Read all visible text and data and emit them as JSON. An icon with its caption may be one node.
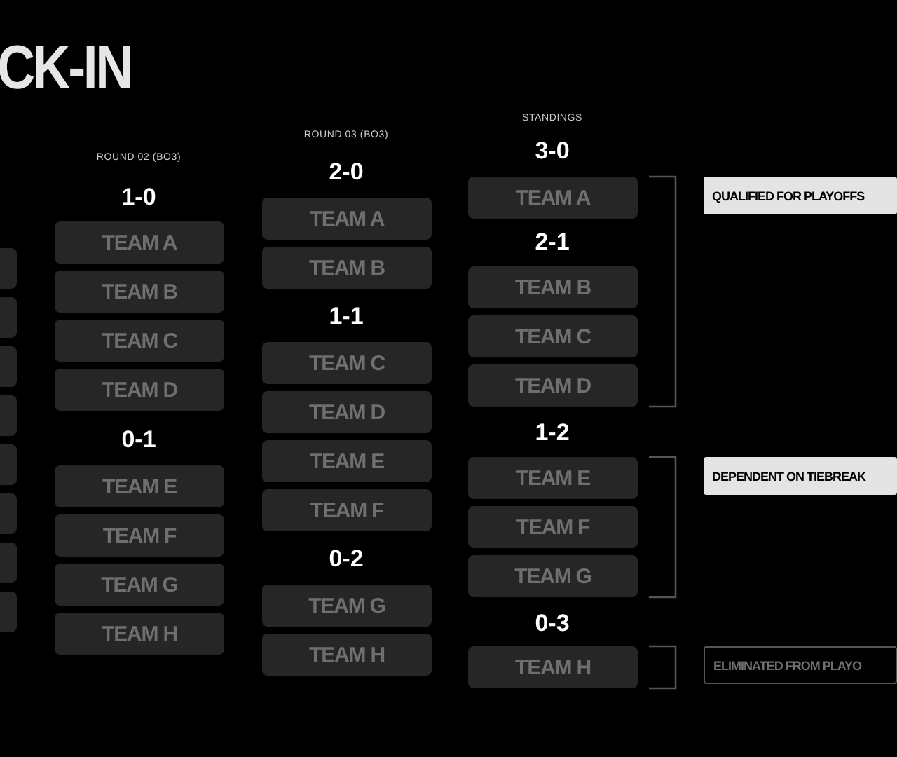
{
  "diagram": {
    "title": "CK-IN",
    "nodes": [
      {
        "text": [],
        "shape": "box"
      },
      {
        "text": [],
        "shape": "box"
      },
      {
        "text": [],
        "shape": "box"
      },
      {
        "text": [],
        "shape": "box"
      },
      {
        "text": [],
        "shape": "box"
      },
      {
        "text": [],
        "shape": "box"
      },
      {
        "text": [],
        "shape": "box"
      },
      {
        "text": [],
        "shape": "box"
      },
      {
        "text": [
          "TEAM A"
        ]
      },
      {
        "text": [
          "TEAM B"
        ]
      },
      {
        "text": [
          "TEAM C"
        ]
      },
      {
        "text": [
          "TEAM D"
        ]
      },
      {
        "text": [
          "TEAM E"
        ]
      },
      {
        "text": [
          "TEAM F"
        ]
      },
      {
        "text": [
          "TEAM G"
        ]
      },
      {
        "text": [
          "TEAM H"
        ]
      },
      {
        "text": [
          "TEAM A"
        ]
      },
      {
        "text": [
          "TEAM B"
        ]
      },
      {
        "text": [
          "TEAM C"
        ]
      },
      {
        "text": [
          "TEAM D"
        ]
      },
      {
        "text": [
          "TEAM E"
        ]
      },
      {
        "text": [
          "TEAM F"
        ]
      },
      {
        "text": [
          "TEAM G"
        ]
      },
      {
        "text": [
          "TEAM H"
        ]
      },
      {
        "text": [
          "TEAM A"
        ]
      },
      {
        "text": [
          "TEAM B"
        ]
      },
      {
        "text": [
          "TEAM C"
        ]
      },
      {
        "text": [
          "TEAM D"
        ]
      },
      {
        "text": [
          "TEAM E"
        ]
      },
      {
        "text": [
          "TEAM F"
        ]
      },
      {
        "text": [
          "TEAM G"
        ]
      },
      {
        "text": [
          "TEAM H"
        ]
      },
      {
        "text": [
          "QUALIFIED FOR PLAYOFFS"
        ]
      },
      {
        "text": [
          "DEPENDENT ON TIEBREAK"
        ]
      },
      {
        "text": [
          "ELIMINATED FROM PLAYO"
        ]
      }
    ],
    "edges": [],
    "labels": [
      "ROUND 02 (BO3)",
      "1-0",
      "0-1",
      "ROUND 03 (BO3)",
      "2-0",
      "1-1",
      "0-2",
      "STANDINGS",
      "3-0",
      "2-1",
      "1-2",
      "0-3"
    ]
  }
}
